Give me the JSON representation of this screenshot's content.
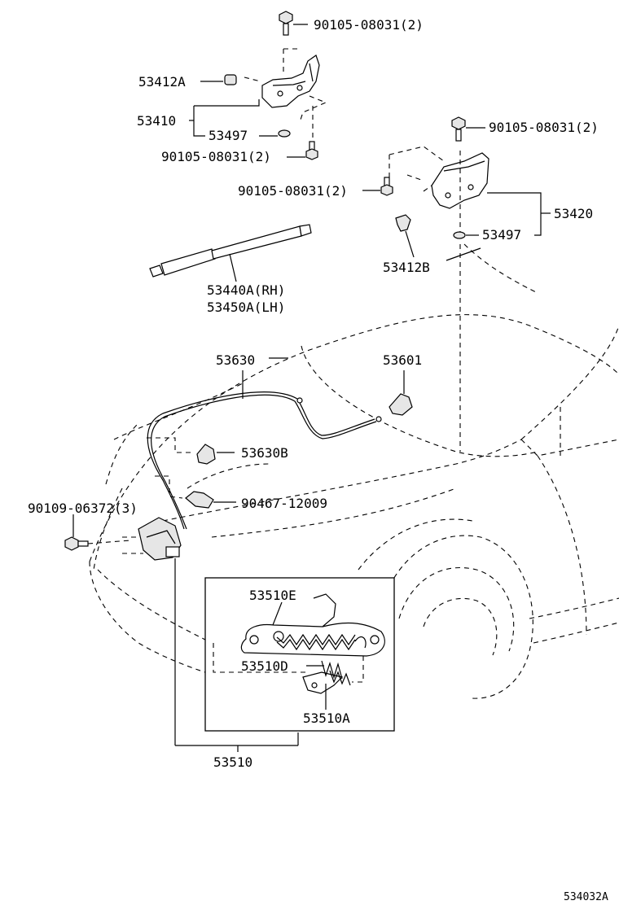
{
  "callouts": {
    "bolt_top_left": "90105-08031(2)",
    "clip_left": "53412A",
    "hinge_left": "53410",
    "washer_left": "53497",
    "bolt_lower_left": "90105-08031(2)",
    "bolt_top_right": "90105-08031(2)",
    "bolt_mid_right": "90105-08031(2)",
    "hinge_right": "53420",
    "washer_right": "53497",
    "clip_right": "53412B",
    "support_rh": "53440A(RH)",
    "support_lh": "53450A(LH)",
    "cable": "53630",
    "handle": "53601",
    "cable_clamp": "53630B",
    "clip_hood": "90467-12009",
    "bolt_latch": "90109-06372(3)",
    "spring_e": "53510E",
    "spring_d": "53510D",
    "spring_a": "53510A",
    "latch_assy": "53510"
  },
  "figure_id": "534032A"
}
